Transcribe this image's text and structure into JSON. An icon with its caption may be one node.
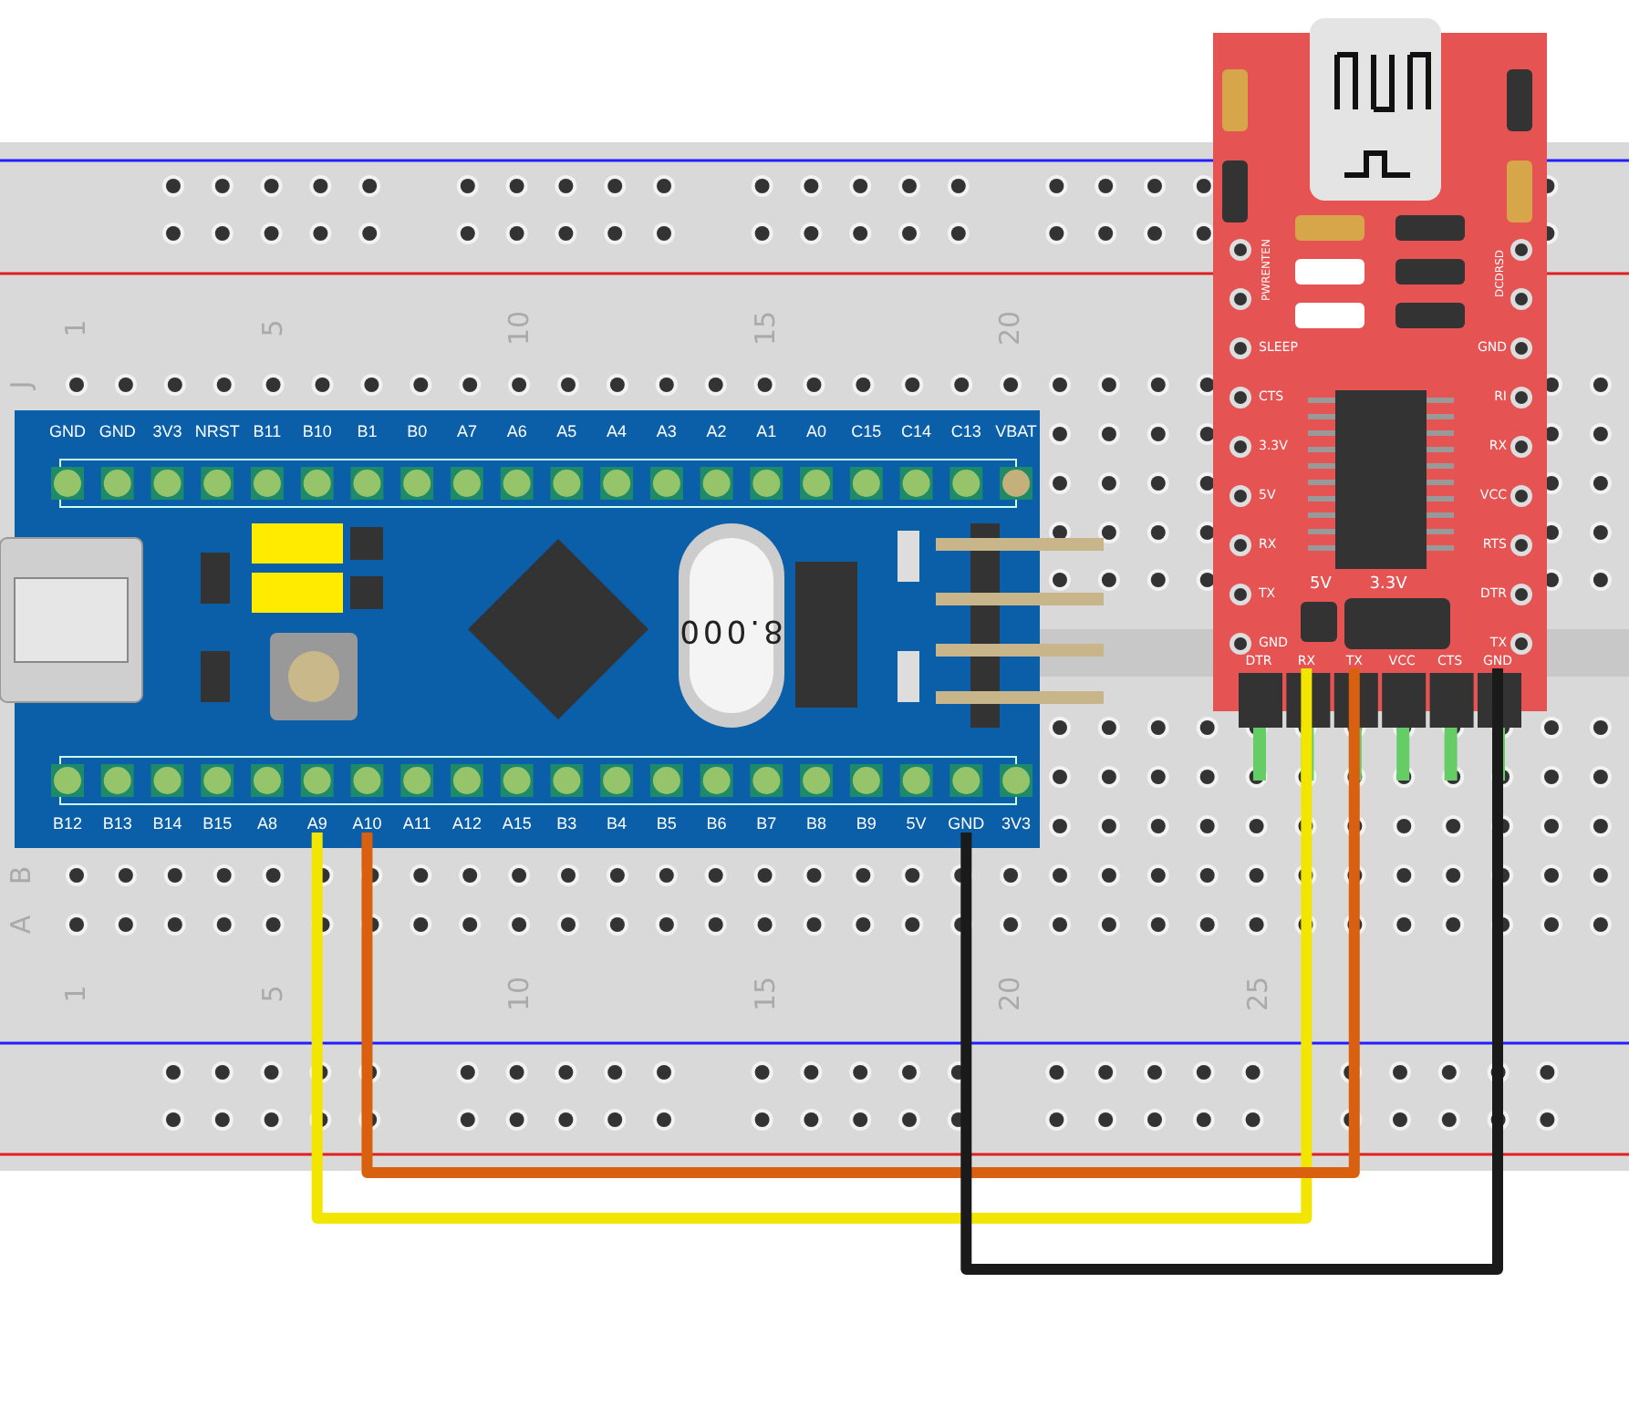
{
  "diagram": {
    "nodes": [
      {
        "text": [],
        "shape": "box"
      },
      {
        "text": [
          "GND"
        ],
        "in": 0
      },
      {
        "text": [
          "GND"
        ],
        "in": 0
      },
      {
        "text": [
          "3V3"
        ],
        "in": 0
      },
      {
        "text": [
          "NRST"
        ],
        "in": 0
      },
      {
        "text": [
          "B11"
        ],
        "in": 0
      },
      {
        "text": [
          "B10"
        ],
        "in": 0
      },
      {
        "text": [
          "B1"
        ],
        "in": 0
      },
      {
        "text": [
          "B0"
        ],
        "in": 0
      },
      {
        "text": [
          "A7"
        ],
        "in": 0
      },
      {
        "text": [
          "A6"
        ],
        "in": 0
      },
      {
        "text": [
          "A5"
        ],
        "in": 0
      },
      {
        "text": [
          "A4"
        ],
        "in": 0
      },
      {
        "text": [
          "A3"
        ],
        "in": 0
      },
      {
        "text": [
          "A2"
        ],
        "in": 0
      },
      {
        "text": [
          "A1"
        ],
        "in": 0
      },
      {
        "text": [
          "A0"
        ],
        "in": 0
      },
      {
        "text": [
          "C15"
        ],
        "in": 0
      },
      {
        "text": [
          "C14"
        ],
        "in": 0
      },
      {
        "text": [
          "C13"
        ],
        "in": 0
      },
      {
        "text": [
          "VBAT"
        ],
        "in": 0
      },
      {
        "text": [
          "B12"
        ],
        "in": 0
      },
      {
        "text": [
          "B13"
        ],
        "in": 0
      },
      {
        "text": [
          "B14"
        ],
        "in": 0
      },
      {
        "text": [
          "B15"
        ],
        "in": 0
      },
      {
        "text": [
          "A8"
        ],
        "in": 0
      },
      {
        "text": [
          "A9"
        ],
        "in": 0
      },
      {
        "text": [
          "A10"
        ],
        "in": 0
      },
      {
        "text": [
          "A11"
        ],
        "in": 0
      },
      {
        "text": [
          "A12"
        ],
        "in": 0
      },
      {
        "text": [
          "A15"
        ],
        "in": 0
      },
      {
        "text": [
          "B3"
        ],
        "in": 0
      },
      {
        "text": [
          "B4"
        ],
        "in": 0
      },
      {
        "text": [
          "B5"
        ],
        "in": 0
      },
      {
        "text": [
          "B6"
        ],
        "in": 0
      },
      {
        "text": [
          "B7"
        ],
        "in": 0
      },
      {
        "text": [
          "B8"
        ],
        "in": 0
      },
      {
        "text": [
          "B9"
        ],
        "in": 0
      },
      {
        "text": [
          "5V"
        ],
        "in": 0
      },
      {
        "text": [
          "GND"
        ],
        "in": 0
      },
      {
        "text": [
          "3V3"
        ],
        "in": 0
      },
      {
        "text": [],
        "shape": "box"
      },
      {
        "text": [
          "PWRENTEN"
        ],
        "in": 41
      },
      {
        "text": [
          "SLEEP"
        ],
        "in": 41
      },
      {
        "text": [
          "CTS"
        ],
        "in": 41
      },
      {
        "text": [
          "3.3V"
        ],
        "in": 41
      },
      {
        "text": [
          "5V"
        ],
        "in": 41
      },
      {
        "text": [
          "RX"
        ],
        "in": 41
      },
      {
        "text": [
          "TX"
        ],
        "in": 41
      },
      {
        "text": [
          "GND"
        ],
        "in": 41
      },
      {
        "text": [
          "DCDRSD"
        ],
        "in": 41
      },
      {
        "text": [
          "GND"
        ],
        "in": 41
      },
      {
        "text": [
          "RI"
        ],
        "in": 41
      },
      {
        "text": [
          "RX"
        ],
        "in": 41
      },
      {
        "text": [
          "VCC"
        ],
        "in": 41
      },
      {
        "text": [
          "RTS"
        ],
        "in": 41
      },
      {
        "text": [
          "DTR"
        ],
        "in": 41
      },
      {
        "text": [
          "TX"
        ],
        "in": 41
      },
      {
        "text": [
          "5V"
        ],
        "in": 41
      },
      {
        "text": [
          "3.3V"
        ],
        "in": 41
      },
      {
        "text": [
          "DTR"
        ],
        "in": 41
      },
      {
        "text": [
          "RX"
        ],
        "in": 41
      },
      {
        "text": [
          "TX"
        ],
        "in": 41
      },
      {
        "text": [
          "VCC"
        ],
        "in": 41
      },
      {
        "text": [
          "CTS"
        ],
        "in": 41
      },
      {
        "text": [
          "GND"
        ],
        "in": 41
      }
    ],
    "edges": [
      {
        "from": 26,
        "to": 61,
        "arrow": "none",
        "color": "#f2e600"
      },
      {
        "from": 27,
        "to": 62,
        "arrow": "none",
        "color": "#d9600f"
      },
      {
        "from": 39,
        "to": 65,
        "arrow": "none",
        "color": "#1a1a1a"
      }
    ],
    "labels": [
      "1",
      "5",
      "10",
      "15",
      "20",
      "J",
      "8.000",
      "B",
      "A",
      "1",
      "5",
      "10",
      "15",
      "20",
      "25"
    ]
  }
}
